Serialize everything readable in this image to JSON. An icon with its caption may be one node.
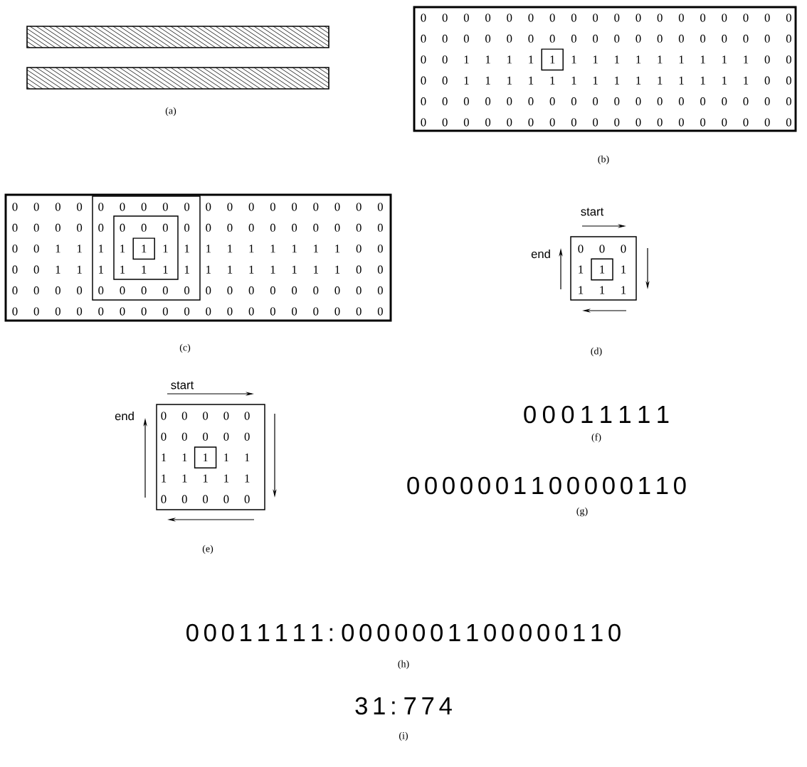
{
  "diagram": {
    "nodes": [
      {
        "text": [
          "1"
        ]
      },
      {
        "text": [
          "1"
        ]
      },
      {
        "text": [
          "1"
        ]
      },
      {
        "text": [
          "1"
        ]
      }
    ],
    "labels": [
      "0",
      "0",
      "0",
      "0",
      "0",
      "0",
      "0",
      "0",
      "0",
      "0",
      "0",
      "0",
      "0",
      "0",
      "0",
      "0",
      "0",
      "0",
      "0",
      "0",
      "0",
      "0",
      "0",
      "0",
      "0",
      "0",
      "0",
      "0",
      "0",
      "0",
      "0",
      "0",
      "0",
      "0",
      "0",
      "0",
      "0",
      "0",
      "1",
      "1",
      "1",
      "1",
      "1",
      "1",
      "1",
      "1",
      "1",
      "1",
      "1",
      "1",
      "1",
      "0",
      "0",
      "0",
      "0",
      "1",
      "1",
      "1",
      "1",
      "1",
      "1",
      "1",
      "1",
      "1",
      "1",
      "1",
      "1",
      "1",
      "1",
      "0",
      "0",
      "0",
      "0",
      "0",
      "0",
      "0",
      "0",
      "0",
      "0",
      "0",
      "0",
      "0",
      "0",
      "0",
      "0",
      "0",
      "0",
      "0",
      "0",
      "0",
      "0",
      "0",
      "0",
      "0",
      "0",
      "0",
      "0",
      "0",
      "0",
      "0",
      "0",
      "0",
      "0",
      "0",
      "0",
      "0",
      "0",
      "(a)",
      "(b)",
      "0",
      "0",
      "0",
      "0",
      "0",
      "0",
      "0",
      "0",
      "0",
      "0",
      "0",
      "0",
      "0",
      "0",
      "0",
      "0",
      "0",
      "0",
      "0",
      "0",
      "0",
      "0",
      "0",
      "0",
      "0",
      "0",
      "0",
      "0",
      "0",
      "0",
      "0",
      "0",
      "0",
      "0",
      "0",
      "0",
      "0",
      "0",
      "1",
      "1",
      "1",
      "1",
      "1",
      "1",
      "1",
      "1",
      "1",
      "1",
      "1",
      "1",
      "1",
      "0",
      "0",
      "0",
      "0",
      "1",
      "1",
      "1",
      "1",
      "1",
      "1",
      "1",
      "1",
      "1",
      "1",
      "1",
      "1",
      "1",
      "1",
      "0",
      "0",
      "0",
      "0",
      "0",
      "0",
      "0",
      "0",
      "0",
      "0",
      "0",
      "0",
      "0",
      "0",
      "0",
      "0",
      "0",
      "0",
      "0",
      "0",
      "0",
      "0",
      "0",
      "0",
      "0",
      "0",
      "0",
      "0",
      "0",
      "0",
      "0",
      "0",
      "0",
      "0",
      "0",
      "0",
      "0",
      "0",
      "(c)",
      "start",
      "end",
      "0",
      "0",
      "0",
      "1",
      "1",
      "1",
      "1",
      "1",
      "(d)",
      "start",
      "end",
      "0",
      "0",
      "0",
      "0",
      "0",
      "0",
      "0",
      "0",
      "0",
      "0",
      "1",
      "1",
      "1",
      "1",
      "1",
      "1",
      "1",
      "1",
      "1",
      "0",
      "0",
      "0",
      "0",
      "0",
      "(e)",
      "0 0 0 1 1 1 1 1",
      "(f)",
      "0 0 0 0 0 0 1 1 0 0 0 0 0 1 1 0",
      "(g)",
      "0 0 0 1 1 1 1 1 : 0 0 0 0 0 0 1 1 0 0 0 0 0 1 1 0",
      "(h)",
      "3 1 : 7 7 4",
      "(i)"
    ]
  }
}
